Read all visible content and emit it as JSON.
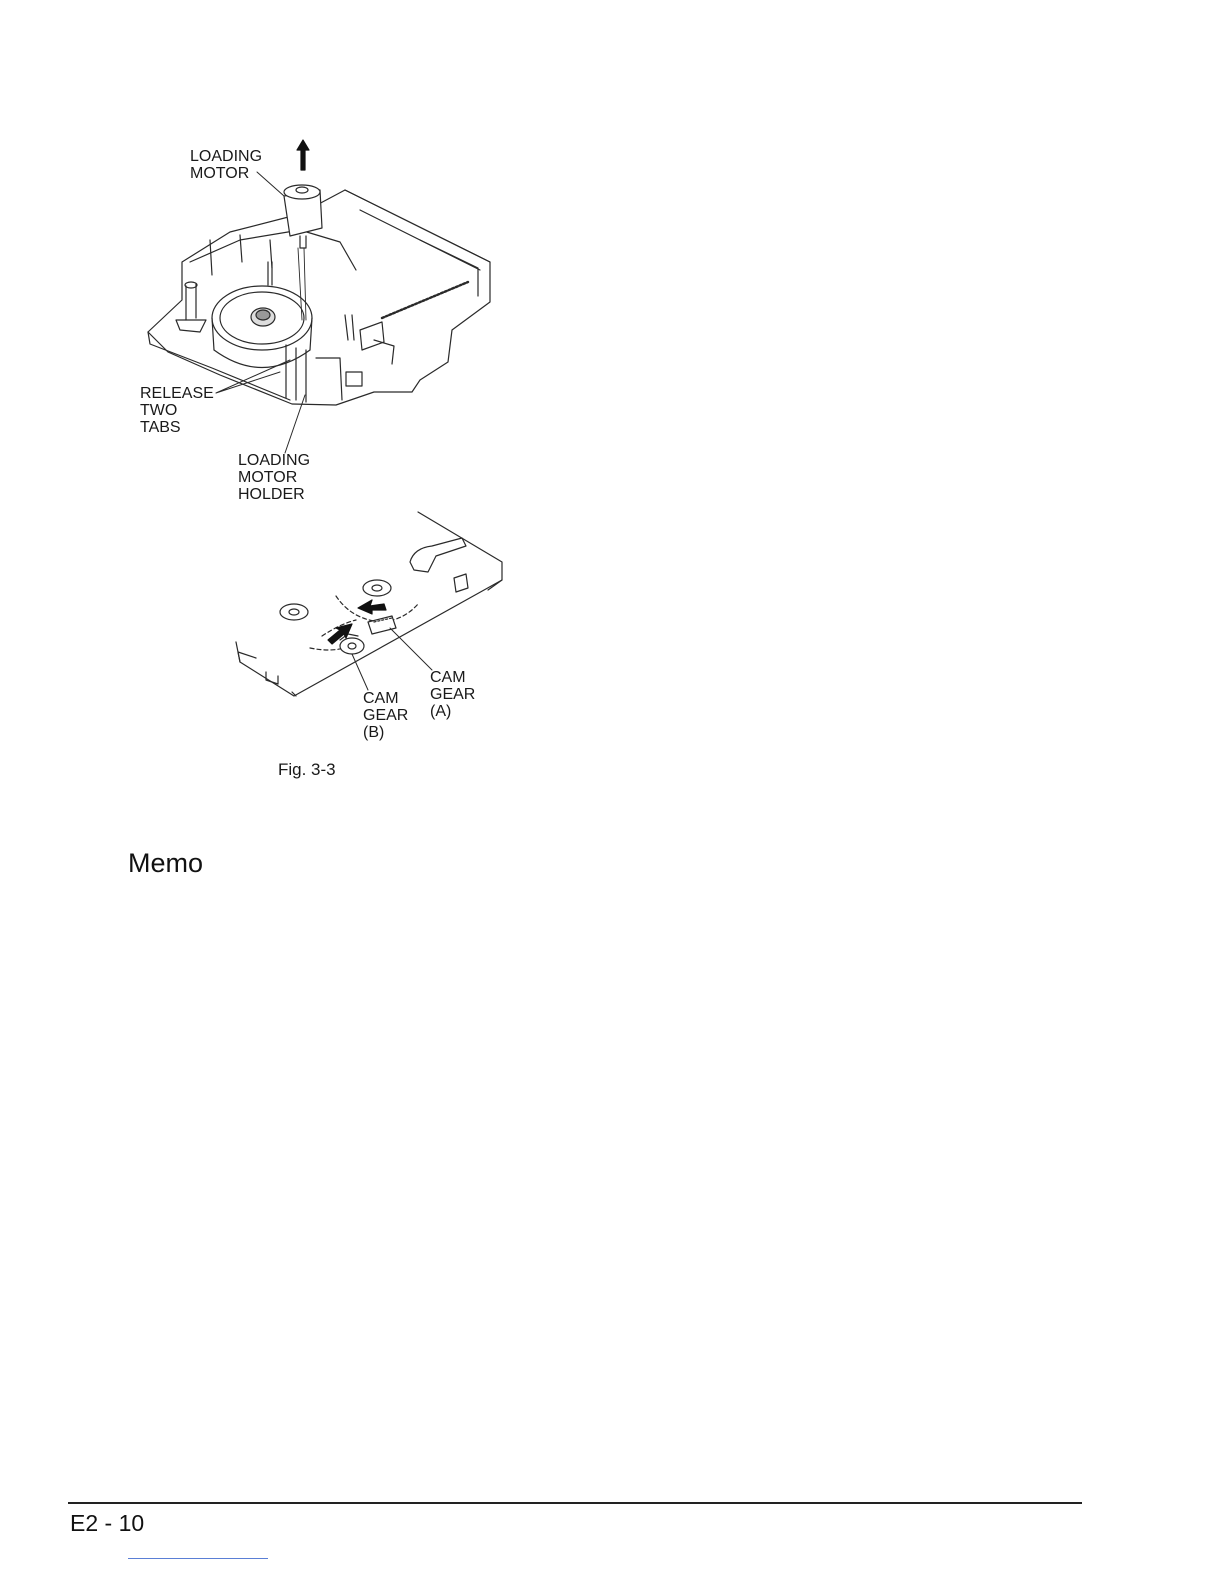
{
  "figure": {
    "labels": {
      "loading_motor_1": "LOADING",
      "loading_motor_2": "MOTOR",
      "release_1": "RELEASE",
      "release_2": "TWO",
      "release_3": "TABS",
      "holder_1": "LOADING",
      "holder_2": "MOTOR",
      "holder_3": "HOLDER",
      "cam_a_1": "CAM",
      "cam_a_2": "GEAR",
      "cam_a_3": "(A)",
      "cam_b_1": "CAM",
      "cam_b_2": "GEAR",
      "cam_b_3": "(B)"
    },
    "caption": "Fig. 3-3"
  },
  "memo": {
    "title": "Memo"
  },
  "footer": {
    "page_number": "E2 - 10"
  }
}
